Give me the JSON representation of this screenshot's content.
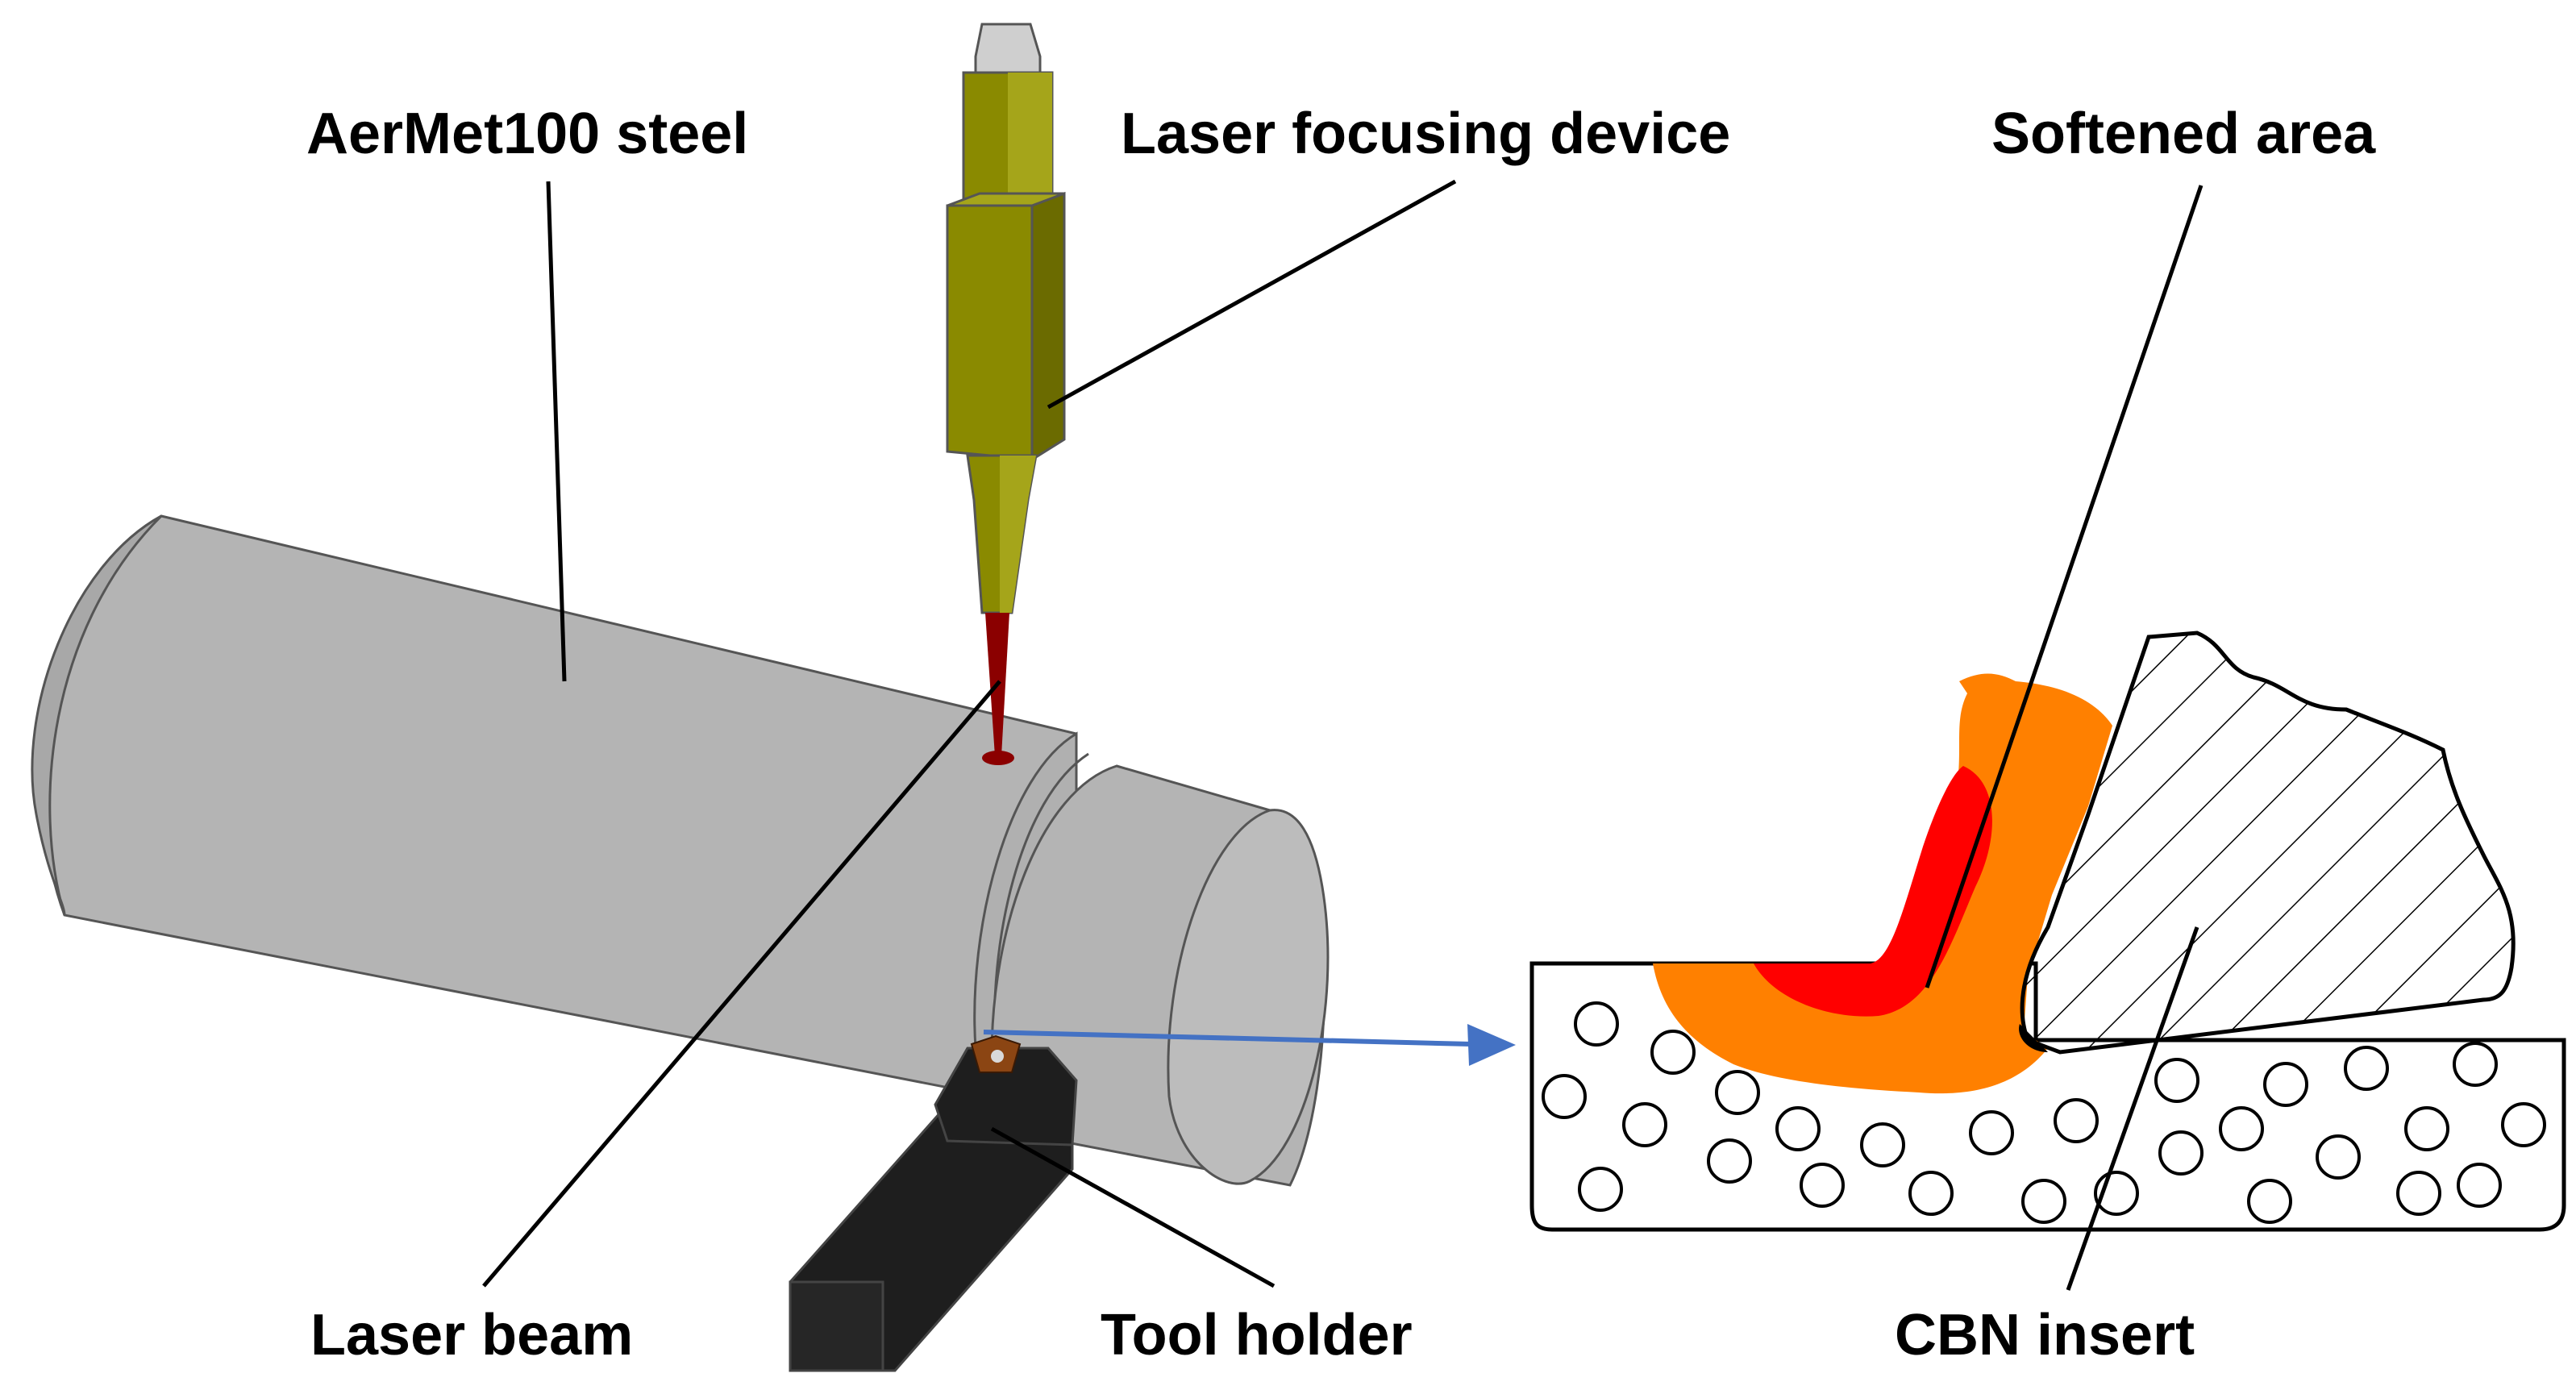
{
  "labels": {
    "steel": "AerMet100 steel",
    "laser_focusing_device": "Laser focusing device",
    "softened_area": "Softened area",
    "laser_beam": "Laser beam",
    "tool_holder": "Tool holder",
    "cbn_insert": "CBN insert"
  },
  "colors": {
    "workpiece": "#b4b4b4",
    "workpiece_light": "#c8c8c8",
    "focusing_device": "#8a8a00",
    "focusing_device_light": "#a5a51a",
    "focusing_device_dark": "#6b6b00",
    "nozzle_cap": "#cfcfcf",
    "laser_beam": "#8b0000",
    "tool_holder": "#1e1e1e",
    "insert_tip": "#8b4513",
    "softened_orange": "#ff8000",
    "softened_red": "#ff0000",
    "arrow": "#4472c4"
  }
}
